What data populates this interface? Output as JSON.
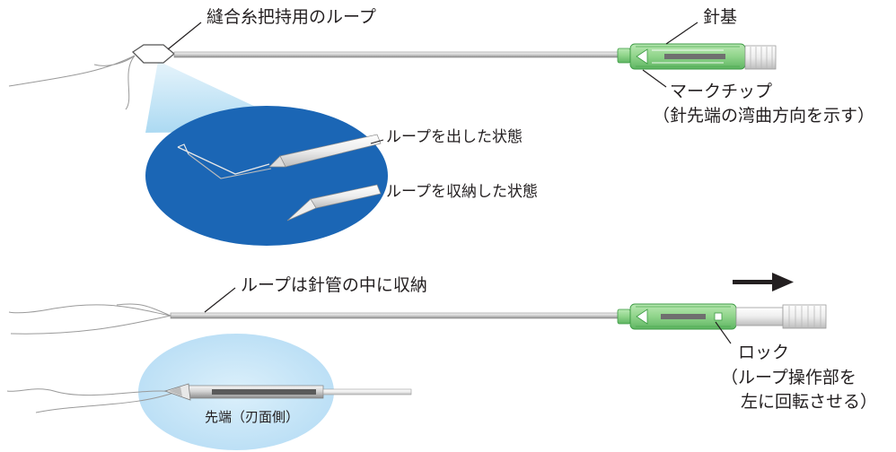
{
  "top_device": {
    "loop_label": "縫合糸把持用のループ",
    "hub_label": "針基",
    "mark_tip_label": "マークチップ",
    "mark_tip_note": "（針先端の湾曲方向を示す）"
  },
  "magnified_view": {
    "loop_out_label": "ループを出した状態",
    "loop_stored_label": "ループを収納した状態"
  },
  "bottom_device": {
    "stored_label": "ループは針管の中に収納",
    "lock_label": "ロック",
    "lock_note_line1": "（ループ操作部を",
    "lock_note_line2": "左に回転させる）",
    "tip_label": "先端（刃面側）"
  },
  "colors": {
    "magnifier_blue": "#1b66b5",
    "magnifier_shade": "#9dd3f0",
    "tip_ellipse": "#c3e4f7",
    "hub_green": "#8fd48a",
    "hub_green_dark": "#3b9a43",
    "metal_light": "#eeeeee",
    "metal_dark": "#8c8c8c",
    "line_dark": "#231f20"
  },
  "icons": {
    "direction": "right-arrow-icon"
  }
}
